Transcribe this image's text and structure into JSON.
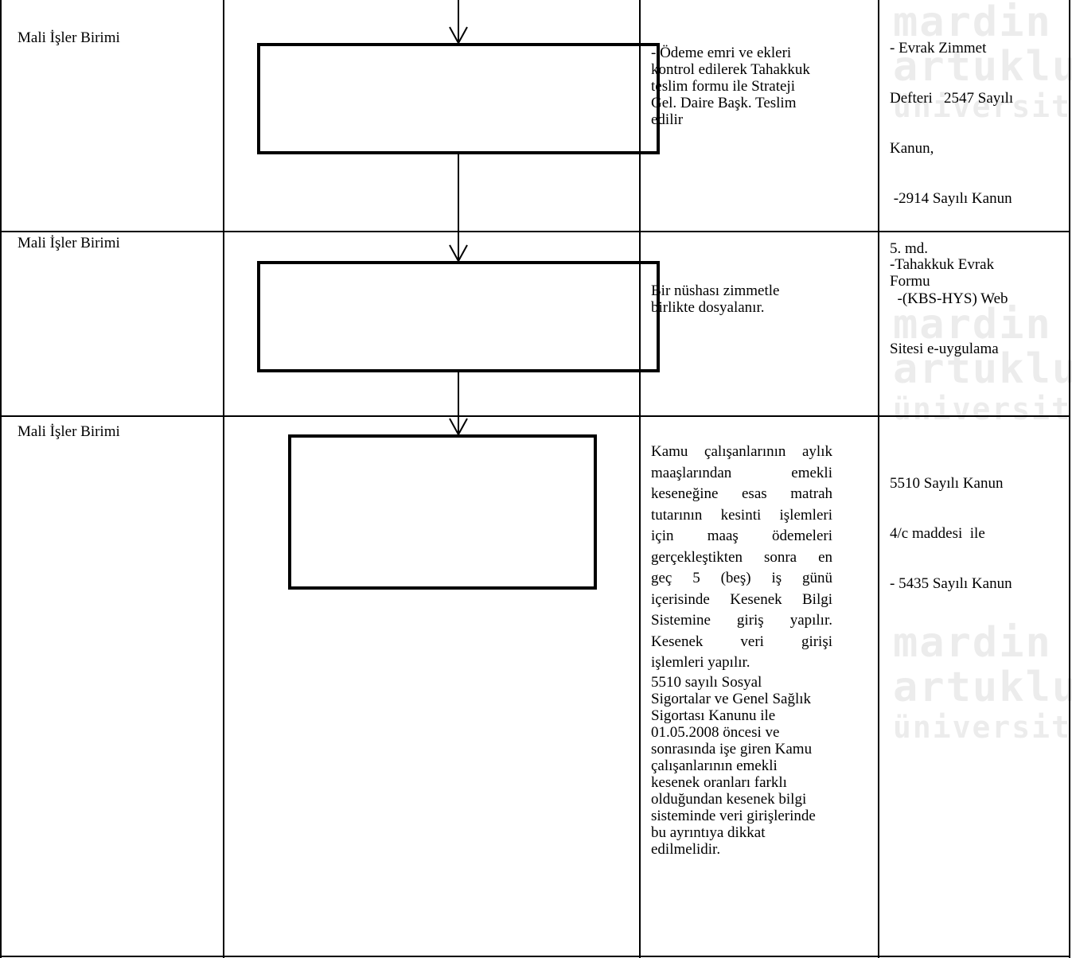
{
  "rows": [
    {
      "responsible": "Mali İşler Birimi",
      "description_lines": [
        "- Ödeme emri ve ekleri",
        "kontrol edilerek Tahakkuk",
        "teslim formu ile Strateji",
        "Gel. Daire Başk. Teslim",
        "edilir"
      ],
      "reference_lines": [
        "- Evrak Zimmet",
        "Defteri   2547 Sayılı",
        "Kanun,",
        " -2914 Sayılı Kanun",
        "5. md.",
        "  -(KBS-HYS) Web",
        "Sitesi e-uygulama"
      ]
    },
    {
      "responsible": "Mali İşler Birimi",
      "description_lines": [
        "Bir nüshası zimmetle",
        "birlikte dosyalanır."
      ],
      "reference_lines": [
        "-Tahakkuk Evrak",
        "Formu"
      ]
    },
    {
      "responsible": "Mali İşler Birimi",
      "description_justified": [
        "Kamu çalışanlarının aylık",
        "maaşlarından emekli",
        "keseneğine esas matrah",
        "tutarının kesinti işlemleri",
        "için maaş ödemeleri",
        "gerçekleştikten sonra en",
        "geç 5 (beş) iş günü",
        "içerisinde Kesenek Bilgi",
        "Sistemine giriş yapılır.",
        "Kesenek veri girişi"
      ],
      "description_lines": [
        "işlemleri yapılır.",
        "5510 sayılı Sosyal",
        "Sigortalar ve Genel Sağlık",
        "Sigortası Kanunu ile",
        "01.05.2008 öncesi ve",
        "sonrasında işe giren Kamu",
        "çalışanlarının emekli",
        "kesenek oranları farklı",
        "olduğundan kesenek bilgi",
        "sisteminde veri girişlerinde",
        "bu ayrıntıya dikkat",
        "edilmelidir."
      ],
      "reference_lines": [
        "5510 Sayılı Kanun",
        "4/c maddesi  ile",
        "- 5435 Sayılı Kanun"
      ]
    }
  ],
  "watermark": {
    "logo_lines": [
      "mardin",
      "artuklu",
      "üniversitesi"
    ]
  }
}
